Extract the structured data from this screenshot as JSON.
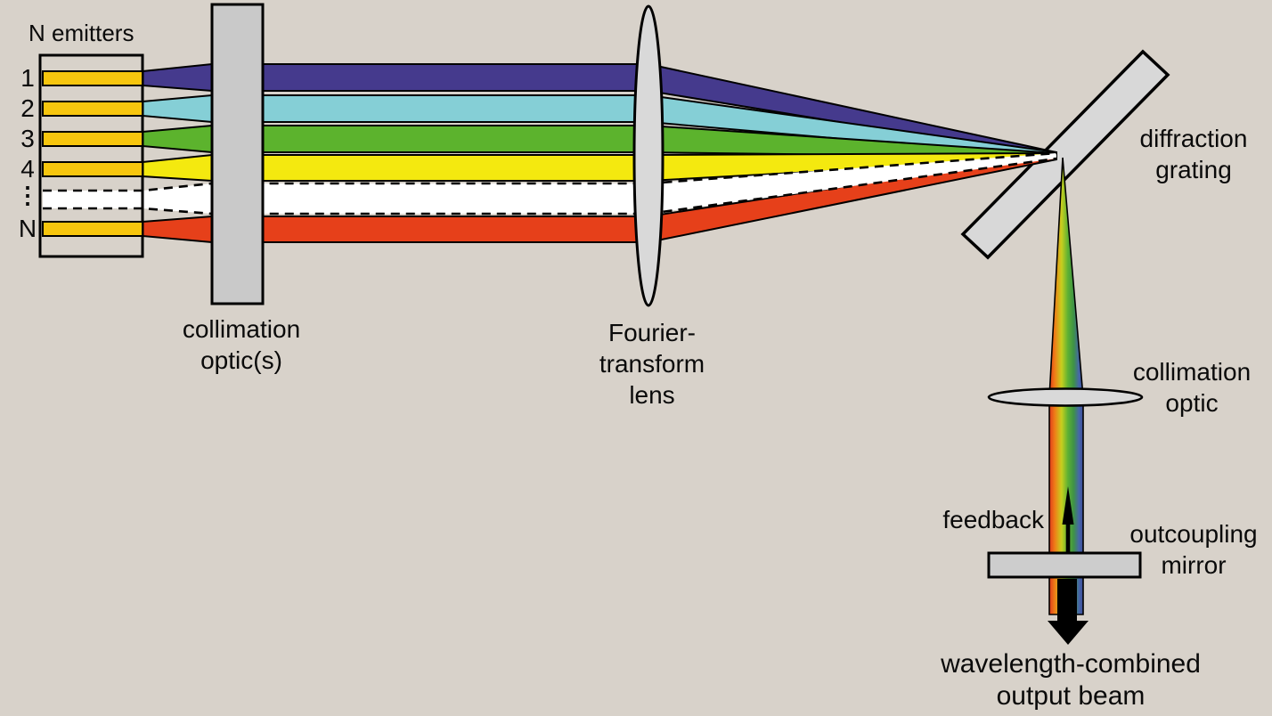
{
  "emitters": {
    "title": "N emitters",
    "items": [
      "1",
      "2",
      "3",
      "4",
      "⋮",
      "N"
    ]
  },
  "labels": {
    "collimation_optics": [
      "collimation",
      "optic(s)"
    ],
    "fourier_lens": [
      "Fourier-",
      "transform",
      "lens"
    ],
    "diffraction_grating": [
      "diffraction",
      "grating"
    ],
    "collimation_optic": [
      "collimation",
      "optic"
    ],
    "feedback": "feedback",
    "outcoupling_mirror": [
      "outcoupling",
      "mirror"
    ],
    "output_beam": [
      "wavelength-combined",
      "output beam"
    ]
  },
  "colors": {
    "background": "#d8d2ca",
    "emitter_box_fill": "#dbd5ce",
    "emitter_bar": "#f7c60e",
    "beam_violet": "#453a8d",
    "beam_cyan": "#85cfd6",
    "beam_green": "#5cb32d",
    "beam_yellow": "#f4e90f",
    "beam_white": "#ffffff",
    "beam_red": "#e6401a",
    "optic_gray": "#c9c9c9",
    "lens_gray": "#d9d9d9",
    "grating_gray": "#d8d8d8",
    "mirror_gray": "#cdcdcd",
    "outline": "#000000",
    "arrow_black": "#000000",
    "rainbow": [
      "#df3a1b",
      "#ef7c17",
      "#c8cf1e",
      "#5db133",
      "#3e9246",
      "#4766ab",
      "#3b4c97"
    ]
  }
}
